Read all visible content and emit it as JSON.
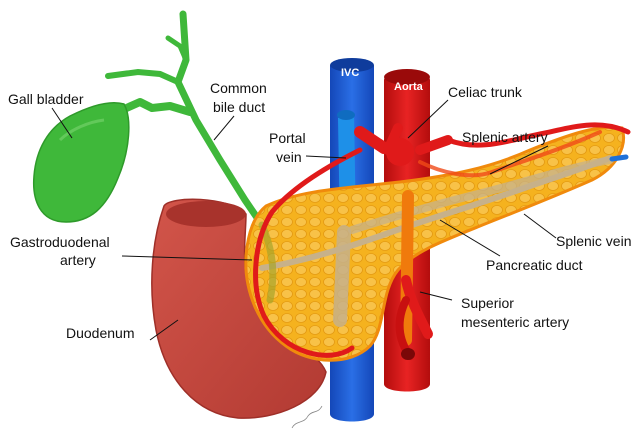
{
  "labels": {
    "gall_bladder": "Gall bladder",
    "common_bile_duct_line1": "Common",
    "common_bile_duct_line2": "bile duct",
    "portal_vein_line1": "Portal",
    "portal_vein_line2": "vein",
    "ivc": "IVC",
    "aorta": "Aorta",
    "celiac_trunk": "Celiac trunk",
    "splenic_artery": "Splenic artery",
    "splenic_vein": "Splenic vein",
    "gastroduodenal_line1": "Gastroduodenal",
    "gastroduodenal_line2": "artery",
    "pancreatic_duct": "Pancreatic duct",
    "duodenum": "Duodenum",
    "sma_line1": "Superior",
    "sma_line2": "mesenteric artery"
  },
  "colors": {
    "gallbladder": "#3fb83a",
    "ivc": "#1c5fd6",
    "portal_vein": "#1e90e8",
    "aorta": "#e01a1a",
    "pancreas": "#f5b21e",
    "duodenum": "#c8453c",
    "duct": "#c7b18a"
  }
}
